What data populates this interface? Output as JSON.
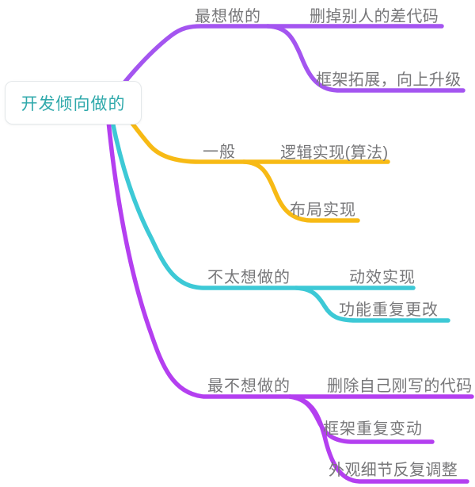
{
  "colors": {
    "branch_top": "#a455f0",
    "branch_general": "#f7ba15",
    "branch_reluctant": "#3dc9d6",
    "branch_least": "#b43ff0",
    "root_text": "#2fa9ab",
    "label_text": "#777779",
    "background": "#ffffff"
  },
  "mindmap": {
    "root": {
      "label": "开发倾向做的"
    },
    "branches": [
      {
        "label": "最想做的",
        "color": "#a455f0",
        "children": [
          {
            "label": "删掉别人的差代码"
          },
          {
            "label": "框架拓展，向上升级"
          }
        ]
      },
      {
        "label": "一般",
        "color": "#f7ba15",
        "children": [
          {
            "label": "逻辑实现(算法)"
          },
          {
            "label": "布局实现"
          }
        ]
      },
      {
        "label": "不太想做的",
        "color": "#3dc9d6",
        "children": [
          {
            "label": "动效实现"
          },
          {
            "label": "功能重复更改"
          }
        ]
      },
      {
        "label": "最不想做的",
        "color": "#b43ff0",
        "children": [
          {
            "label": "删除自己刚写的代码"
          },
          {
            "label": "框架重复变动"
          },
          {
            "label": "外观细节反复调整"
          }
        ]
      }
    ]
  }
}
